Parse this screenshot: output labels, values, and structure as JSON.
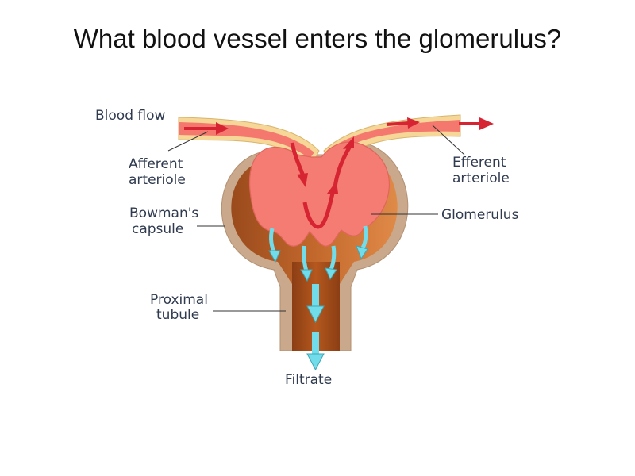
{
  "slide": {
    "title": "What blood vessel enters the glomerulus?"
  },
  "diagram": {
    "labels": {
      "blood_flow": "Blood flow",
      "afferent_1": "Afferent",
      "afferent_2": "arteriole",
      "efferent_1": "Efferent",
      "efferent_2": "arteriole",
      "bowman_1": "Bowman's",
      "bowman_2": "capsule",
      "glomerulus": "Glomerulus",
      "proximal_1": "Proximal",
      "proximal_2": "tubule",
      "filtrate": "Filtrate"
    },
    "colors": {
      "vessel_outer": "#f7d797",
      "vessel_inner": "#f4786e",
      "capsule_outer": "#c9a88b",
      "capsule_cavity": "#b05a20",
      "glomerulus": "#f47c72",
      "blood_arrow": "#d62433",
      "filtrate_arrow": "#71ddea"
    }
  }
}
